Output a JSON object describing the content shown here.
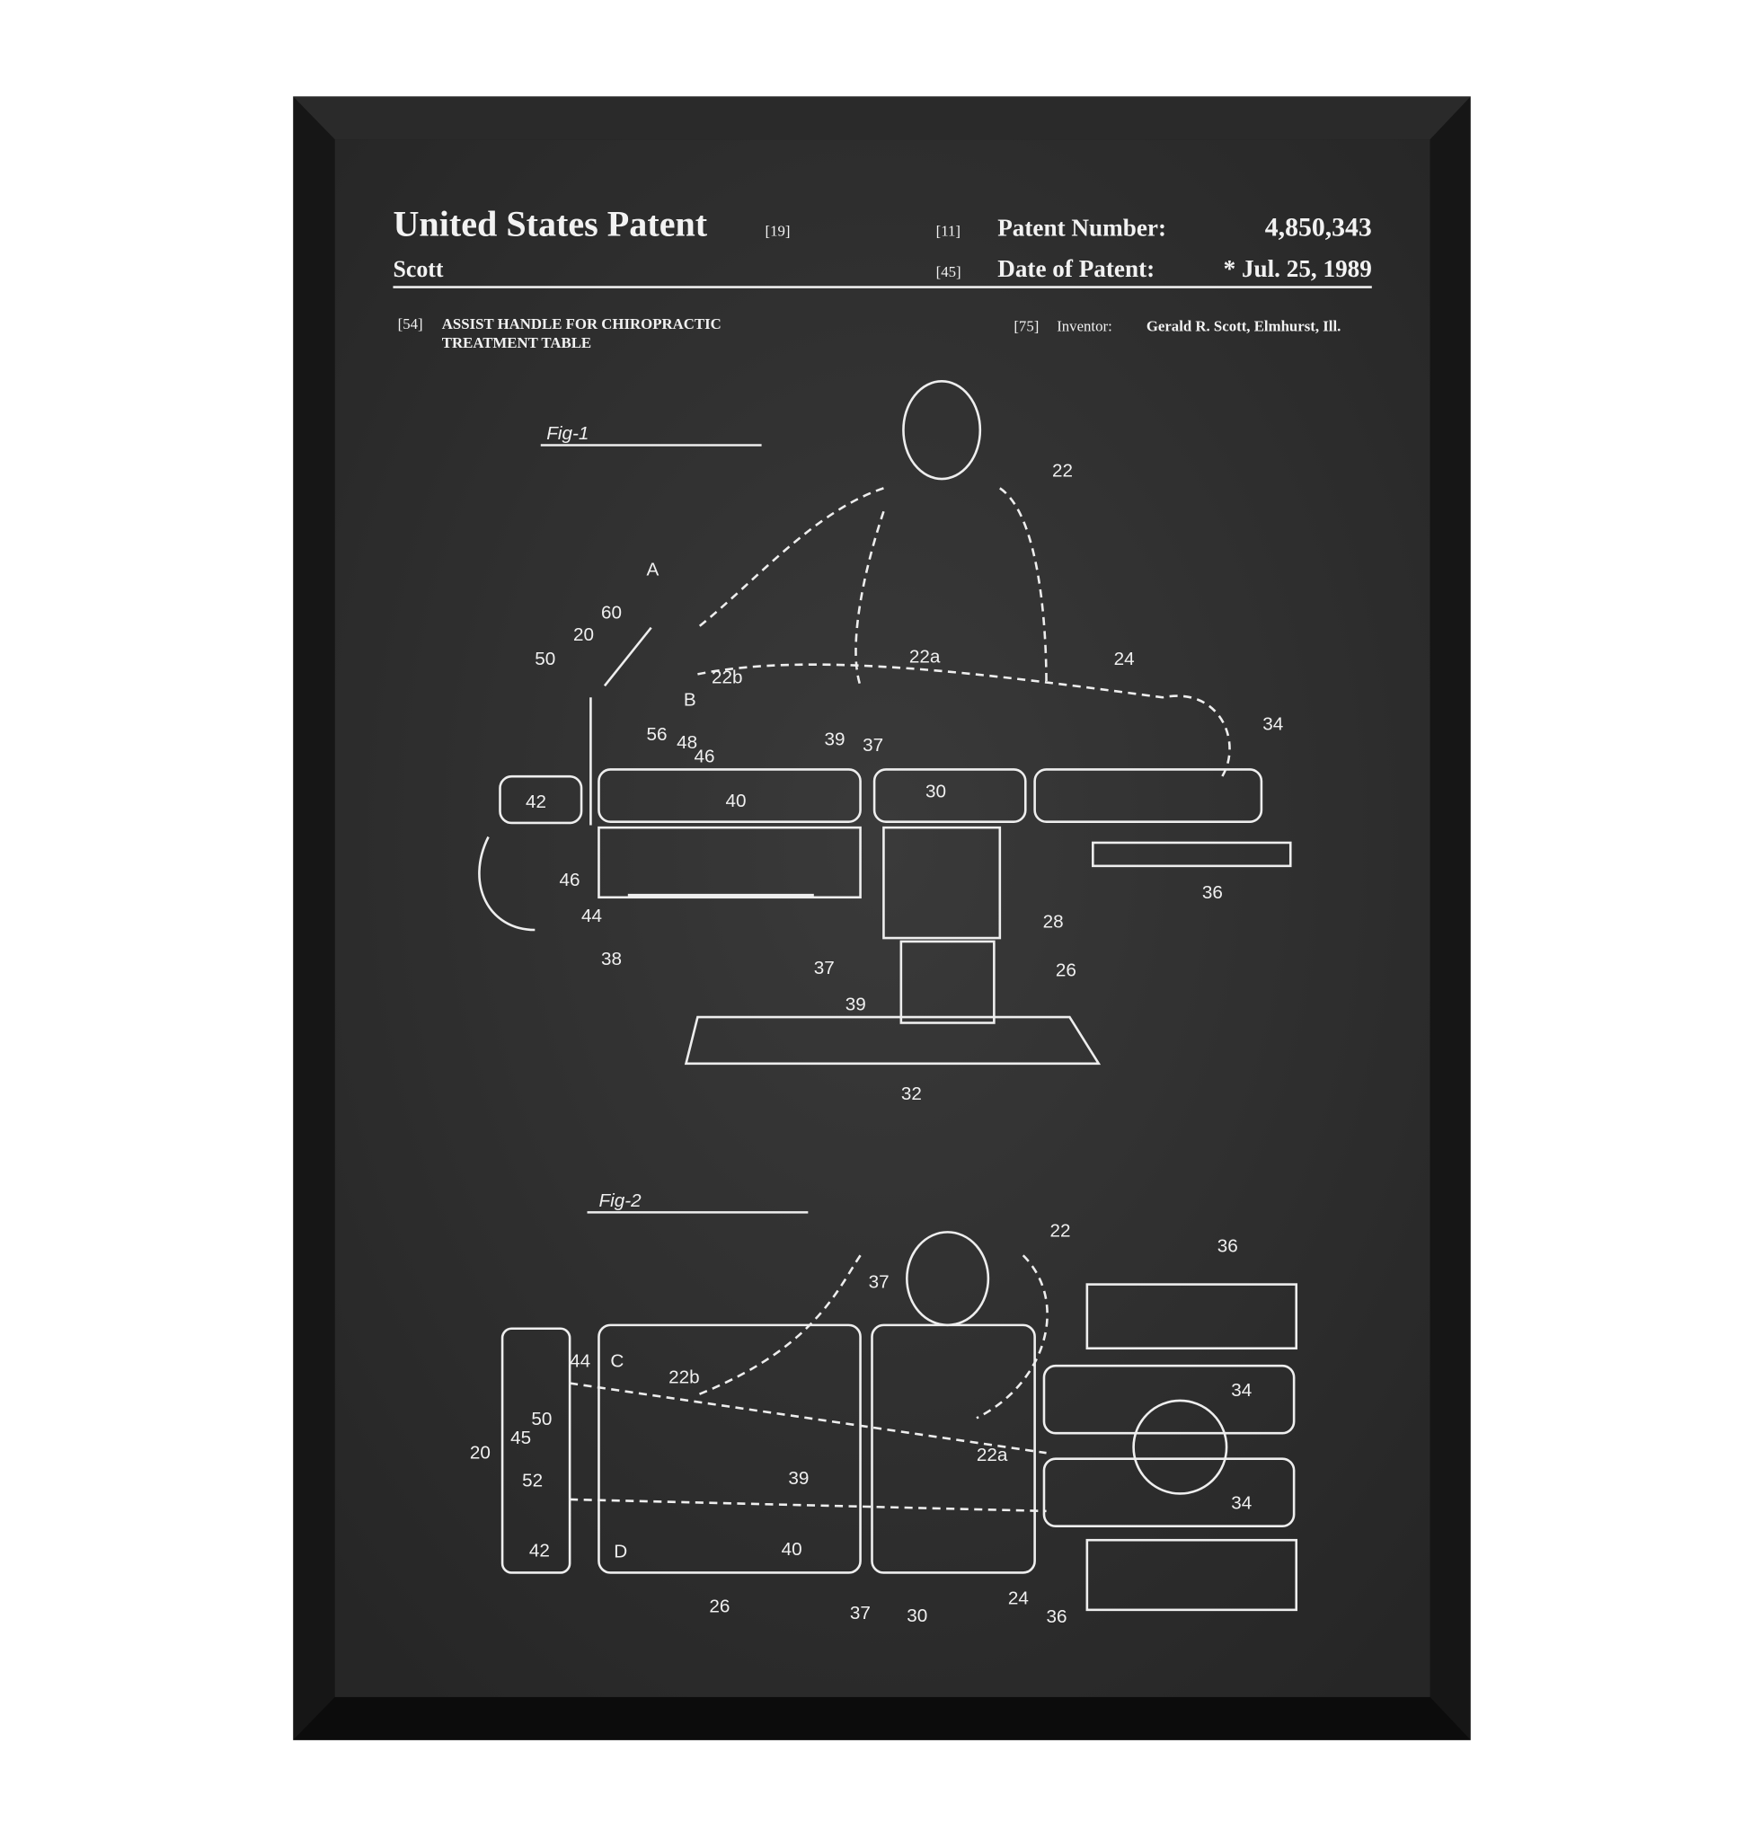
{
  "header": {
    "title": "United States Patent",
    "title_code": "[19]",
    "inventor_surname": "Scott",
    "number_code": "[11]",
    "number_label": "Patent Number:",
    "number_value": "4,850,343",
    "date_code": "[45]",
    "date_label": "Date of Patent:",
    "date_value": "* Jul. 25, 1989",
    "title_field_code": "[54]",
    "invention_title_line1": "ASSIST HANDLE FOR CHIROPRACTIC",
    "invention_title_line2": "TREATMENT TABLE",
    "inventor_code": "[75]",
    "inventor_label": "Inventor:",
    "inventor_value": "Gerald R. Scott, Elmhurst, Ill."
  },
  "fig1": {
    "caption": "Fig-1",
    "labels": [
      "22",
      "A",
      "60",
      "20",
      "50",
      "22b",
      "B",
      "22a",
      "24",
      "56",
      "48",
      "46",
      "39",
      "37",
      "34",
      "42",
      "40",
      "30",
      "46",
      "44",
      "38",
      "28",
      "36",
      "37",
      "26",
      "39",
      "32"
    ]
  },
  "fig2": {
    "caption": "Fig-2",
    "labels": [
      "22",
      "36",
      "37",
      "44",
      "C",
      "22b",
      "34",
      "50",
      "45",
      "20",
      "22a",
      "52",
      "39",
      "34",
      "42",
      "D",
      "40",
      "26",
      "24",
      "37",
      "30",
      "36"
    ]
  },
  "colors": {
    "chalkboard": "#2e2e2e",
    "frame": "#141414",
    "chalk": "#eeeeee"
  }
}
